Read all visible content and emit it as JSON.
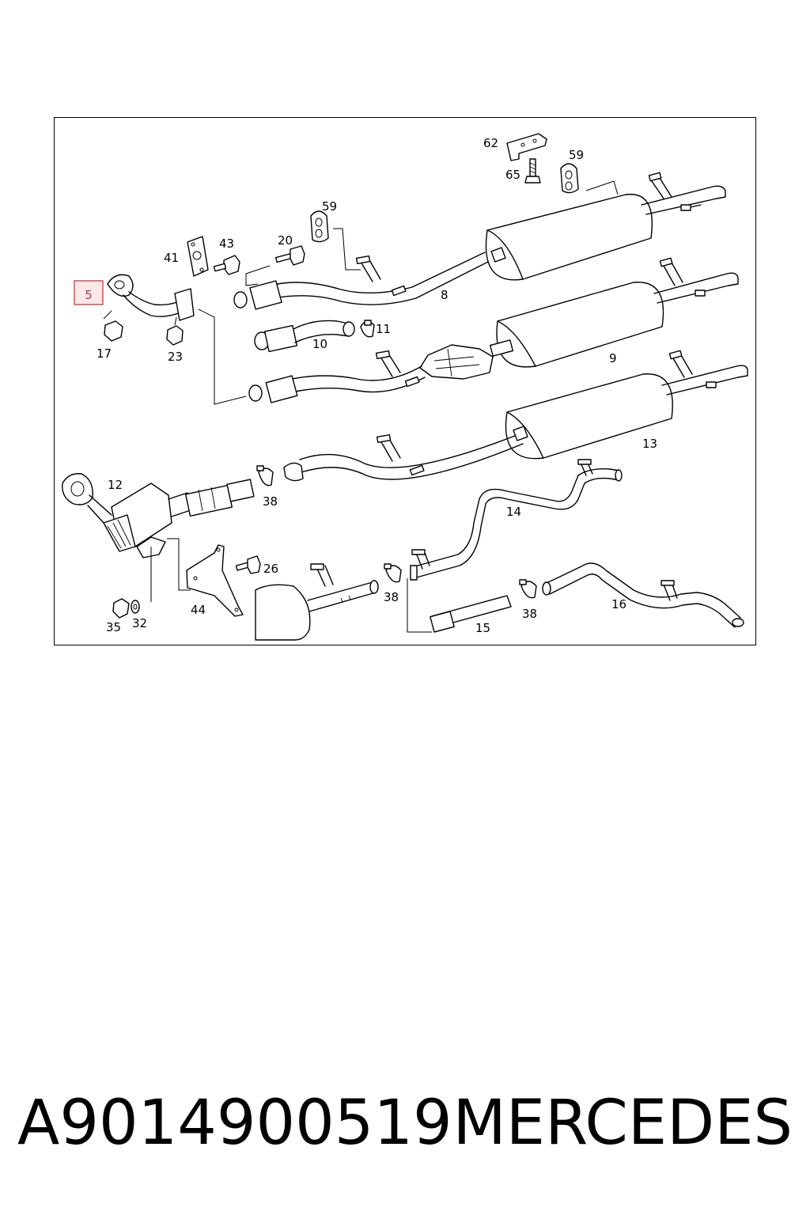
{
  "caption": {
    "part_number": "A9014900519",
    "brand": "MERCEDES"
  },
  "highlight": {
    "label": "5",
    "color": "#d9414a"
  },
  "callouts": {
    "c62": "62",
    "c59a": "59",
    "c65": "65",
    "c59b": "59",
    "c41": "41",
    "c43": "43",
    "c20": "20",
    "c8": "8",
    "c11": "11",
    "c10": "10",
    "c17": "17",
    "c23": "23",
    "c9": "9",
    "c13": "13",
    "c12": "12",
    "c38a": "38",
    "c14": "14",
    "c26": "26",
    "c38b": "38",
    "c38c": "38",
    "c16": "16",
    "c44": "44",
    "c35": "35",
    "c32": "32",
    "c15": "15"
  }
}
